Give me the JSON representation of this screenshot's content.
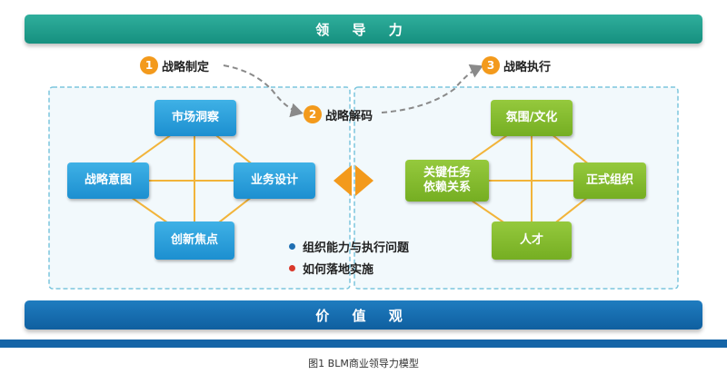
{
  "header": {
    "title": "领 导 力"
  },
  "footer_banner": {
    "title": "价 值 观"
  },
  "caption": "图1   BLM商业领导力模型",
  "steps": [
    {
      "num": "1",
      "label": "战略制定"
    },
    {
      "num": "2",
      "label": "战略解码"
    },
    {
      "num": "3",
      "label": "战略执行"
    }
  ],
  "left_nodes": {
    "top": "市场洞察",
    "left": "战略意图",
    "right": "业务设计",
    "bottom": "创新焦点"
  },
  "right_nodes": {
    "top": "氛围/文化",
    "left": "关键任务\n依赖关系",
    "right": "正式组织",
    "bottom": "人才"
  },
  "bullets": [
    {
      "text": "组织能力与执行问题",
      "color": "#1f6fb2"
    },
    {
      "text": "如何落地实施",
      "color": "#d9382b"
    }
  ],
  "colors": {
    "teal": "#16907f",
    "blue_banner": "#1565a7",
    "node_blue": "#27a0dc",
    "node_green": "#80b62c",
    "connector": "#f2b43a",
    "badge": "#f39a1c",
    "dashed_border": "#7cc6dd"
  }
}
